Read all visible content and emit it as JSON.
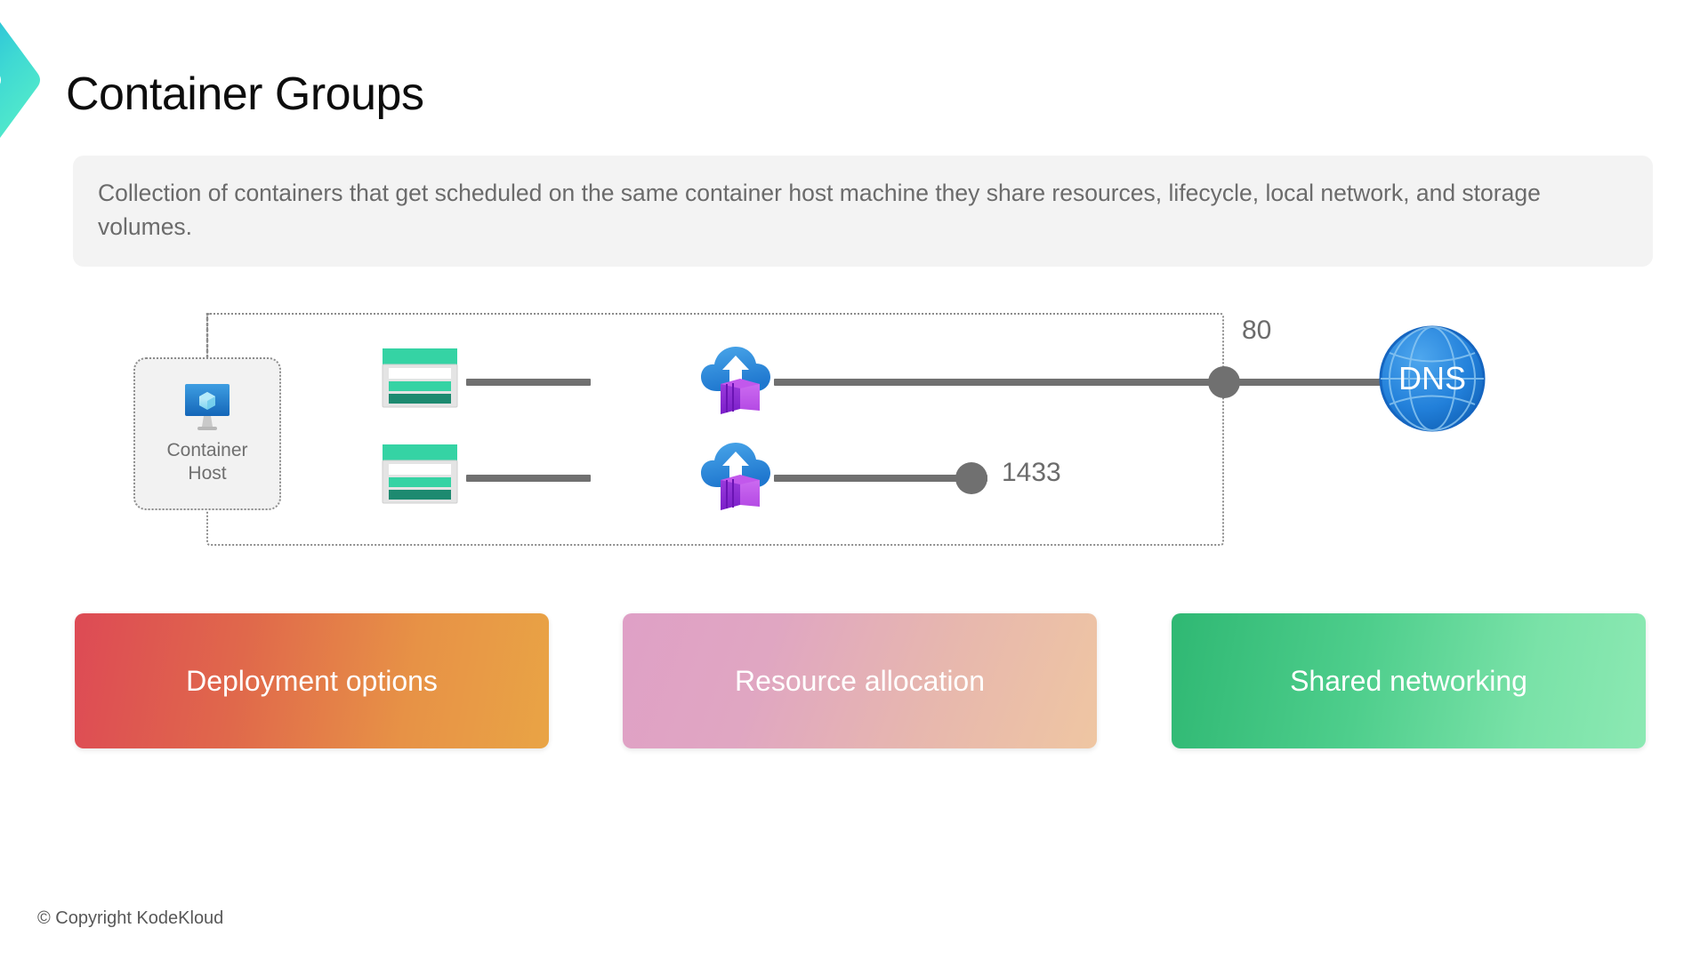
{
  "header": {
    "title": "Container Groups",
    "decoration_icon": "chevron-right-icon",
    "decoration_color_start": "#24b6d8",
    "decoration_color_end": "#4fe8cd"
  },
  "description": {
    "text": "Collection of containers that get scheduled on the same container host machine they share resources, lifecycle, local network, and storage volumes.",
    "background": "#f3f3f3",
    "text_color": "#6b6b6b"
  },
  "diagram": {
    "host": {
      "label_line_1": "Container",
      "label_line_2": "Host",
      "icon": "container-host-monitor-icon",
      "icon_colors": {
        "screen": "#1f83d6",
        "cube": "#9fe4f5"
      }
    },
    "group_boundary": {
      "style": "dotted",
      "color": "#8c8c8c"
    },
    "rows": [
      {
        "list_icon": "container-list-icon",
        "cloud_icon": "cloud-upload-container-icon",
        "port": "80",
        "endpoint": "DNS"
      },
      {
        "list_icon": "container-list-icon",
        "cloud_icon": "cloud-upload-container-icon",
        "port": "1433",
        "endpoint": ""
      }
    ],
    "dns": {
      "label": "DNS",
      "icon": "dns-globe-icon",
      "color": "#1a7fd4"
    },
    "wire_color": "#707070",
    "node_color": "#707070",
    "port_label_color": "#6b6b6b",
    "list_icon_colors": {
      "header": "#35d3a4",
      "row_white": "#ffffff",
      "row_mid": "#35d3a4",
      "row_dark": "#1d8a70",
      "frame": "#d3d3d3"
    },
    "cloud_icon_colors": {
      "cloud": "#2f8fe0",
      "arrow": "#ffffff",
      "box_light": "#c258ec",
      "box_dark": "#7b1fc9"
    }
  },
  "cards": [
    {
      "label": "Deployment options",
      "gradient_from": "#dd4a55",
      "gradient_to": "#e9a445"
    },
    {
      "label": "Resource allocation",
      "gradient_from": "#dfa0c6",
      "gradient_to": "#efc6a2"
    },
    {
      "label": "Shared networking",
      "gradient_from": "#2fb873",
      "gradient_to": "#8ce9b3"
    }
  ],
  "footer": {
    "copyright": "© Copyright KodeKloud"
  }
}
